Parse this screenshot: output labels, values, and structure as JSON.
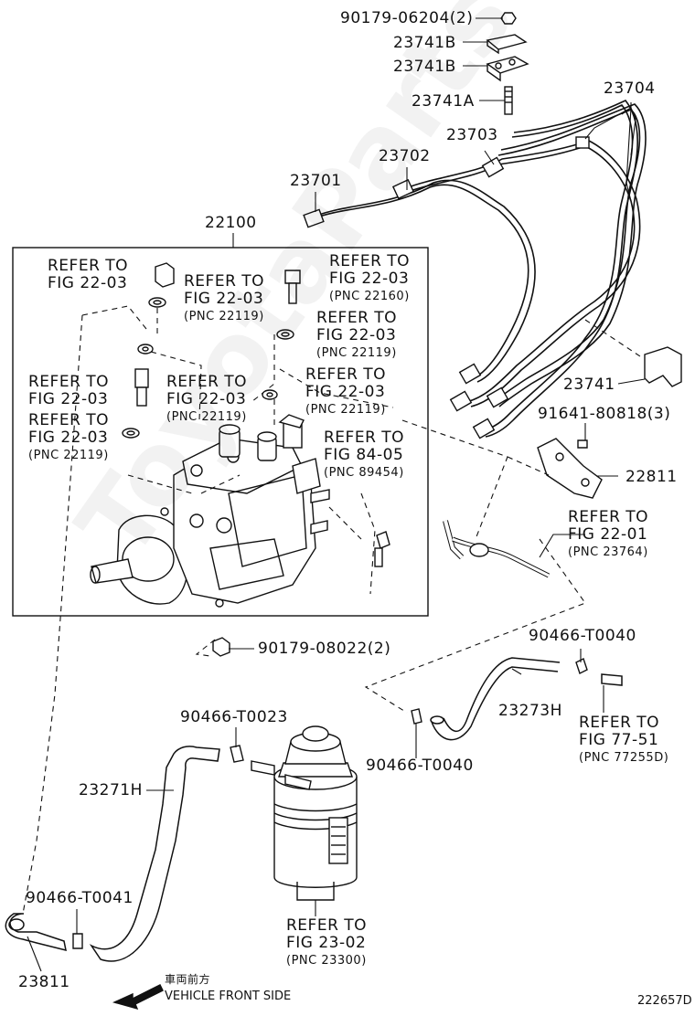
{
  "parts": {
    "p_90179_06204": "90179-06204(2)",
    "p_23741B_a": "23741B",
    "p_23741B_b": "23741B",
    "p_23741A": "23741A",
    "p_23704": "23704",
    "p_23703": "23703",
    "p_23702": "23702",
    "p_23701": "23701",
    "p_22100": "22100",
    "p_23741": "23741",
    "p_91641": "91641-80818(3)",
    "p_22811": "22811",
    "p_90179_08022": "90179-08022(2)",
    "p_90466_T0040_a": "90466-T0040",
    "p_23273H": "23273H",
    "p_90466_T0023": "90466-T0023",
    "p_90466_T0040_b": "90466-T0040",
    "p_23271H": "23271H",
    "p_90466_T0041": "90466-T0041",
    "p_23811": "23811"
  },
  "refs": {
    "r1": [
      "REFER TO",
      "FIG 22-03",
      ""
    ],
    "r2": [
      "REFER TO",
      "FIG 22-03",
      "(PNC 22119)"
    ],
    "r3": [
      "REFER TO",
      "FIG 22-03",
      "(PNC 22160)"
    ],
    "r4": [
      "REFER TO",
      "FIG 22-03",
      "(PNC 22119)"
    ],
    "r5": [
      "REFER TO",
      "FIG 22-03",
      "(PNC 22119)"
    ],
    "r6": [
      "REFER TO",
      "FIG 22-03",
      ""
    ],
    "r7": [
      "REFER TO",
      "FIG 22-03",
      "(PNC 22119)"
    ],
    "r8": [
      "REFER TO",
      "FIG 22-03",
      "(PNC 22119)"
    ],
    "r9": [
      "REFER TO",
      "FIG 84-05",
      "(PNC 89454)"
    ],
    "r10": [
      "REFER TO",
      "FIG 22-01",
      "(PNC 23764)"
    ],
    "r11": [
      "REFER TO",
      "FIG 77-51",
      "(PNC 77255D)"
    ],
    "r12": [
      "REFER TO",
      "FIG 23-02",
      "(PNC 23300)"
    ]
  },
  "footer": {
    "jp_text": "車両前方",
    "front_text": "VEHICLE FRONT SIDE",
    "diagram_id": "222657D"
  }
}
